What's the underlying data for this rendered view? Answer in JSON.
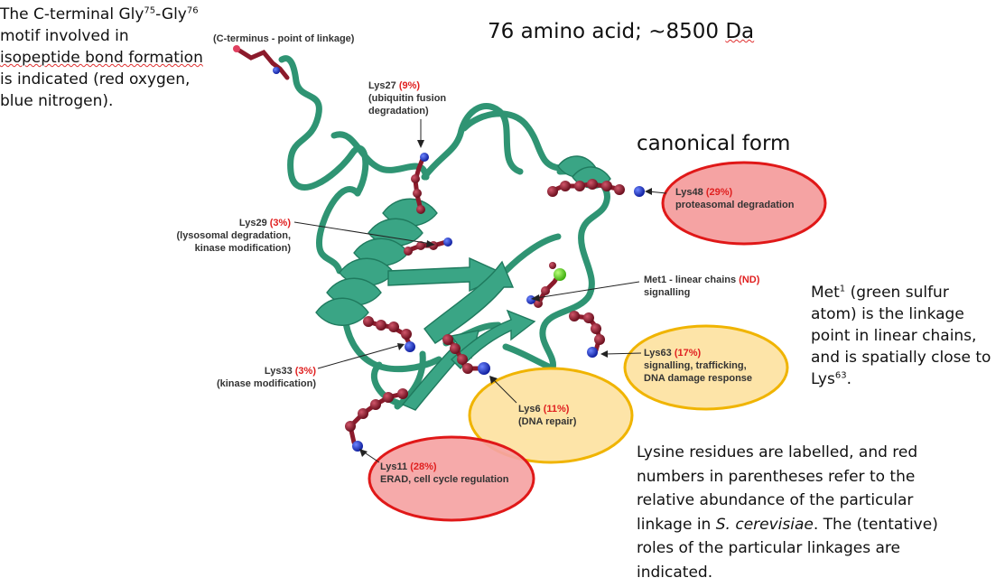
{
  "title": {
    "main": "76 amino acid; ~8500 Da",
    "squiggle": "Da"
  },
  "canonical_label": "canonical form",
  "cterm_note": {
    "line1_a": "The C-terminal Gly",
    "line1_sup1": "75",
    "line1_b": "-Gly",
    "line1_sup2": "76",
    "line2": "motif involved in",
    "line3": "isopeptide bond formation",
    "line4": "is indicated (red oxygen,",
    "line5": "blue nitrogen)."
  },
  "met_note": {
    "line1_a": "Met",
    "line1_sup": "1",
    "line1_b": " (green sulfur",
    "line2": "atom) is the linkage",
    "line3": "point in linear chains,",
    "line4": "and is spatially close to",
    "line5_a": "Lys",
    "line5_sup": "63",
    "line5_b": "."
  },
  "lysine_note": {
    "line1": "Lysine residues are labelled, and red",
    "line2": "numbers in parentheses refer to the",
    "line3": "relative abundance of the particular",
    "line4_a": "linkage in ",
    "line4_italic": "S. cerevisiae",
    "line4_b": ".  The (tentative)",
    "line5": "roles of the particular linkages are",
    "line6": "indicated."
  },
  "residues": {
    "cterm": {
      "name": "(C-terminus - point of linkage)"
    },
    "lys27": {
      "name": "Lys27",
      "pct": "(9%)",
      "role1": "(ubiquitin fusion",
      "role2": "degradation)"
    },
    "lys48": {
      "name": "Lys48",
      "pct": "(29%)",
      "role1": "proteasomal degradation"
    },
    "lys29": {
      "name": "Lys29",
      "pct": "(3%)",
      "role1": "(lysosomal degradation,",
      "role2": "kinase modification)"
    },
    "met1": {
      "name": "Met1 - linear chains",
      "pct": "(ND)",
      "role1": "signalling"
    },
    "lys63": {
      "name": "Lys63",
      "pct": "(17%)",
      "role1": "signalling, trafficking,",
      "role2": "DNA damage response"
    },
    "lys33": {
      "name": "Lys33",
      "pct": "(3%)",
      "role1": "(kinase modification)"
    },
    "lys6": {
      "name": "Lys6",
      "pct": "(11%)",
      "role1": "(DNA repair)"
    },
    "lys11": {
      "name": "Lys11",
      "pct": "(28%)",
      "role1": "ERAD, cell cycle regulation"
    }
  },
  "colors": {
    "ribbon": "#3aa585",
    "ribbon_dark": "#1f7a5e",
    "stick": "#8b1a2b",
    "nitrogen": "#1f3fd6",
    "sulfur": "#6ee020",
    "oxygen": "#e04060",
    "red_ellipse_fill": "#f5a3a3",
    "red_ellipse_stroke": "#e01818",
    "yellow_ellipse_fill": "#fde4a8",
    "yellow_ellipse_stroke": "#f0b400",
    "pct_red": "#e02020"
  }
}
